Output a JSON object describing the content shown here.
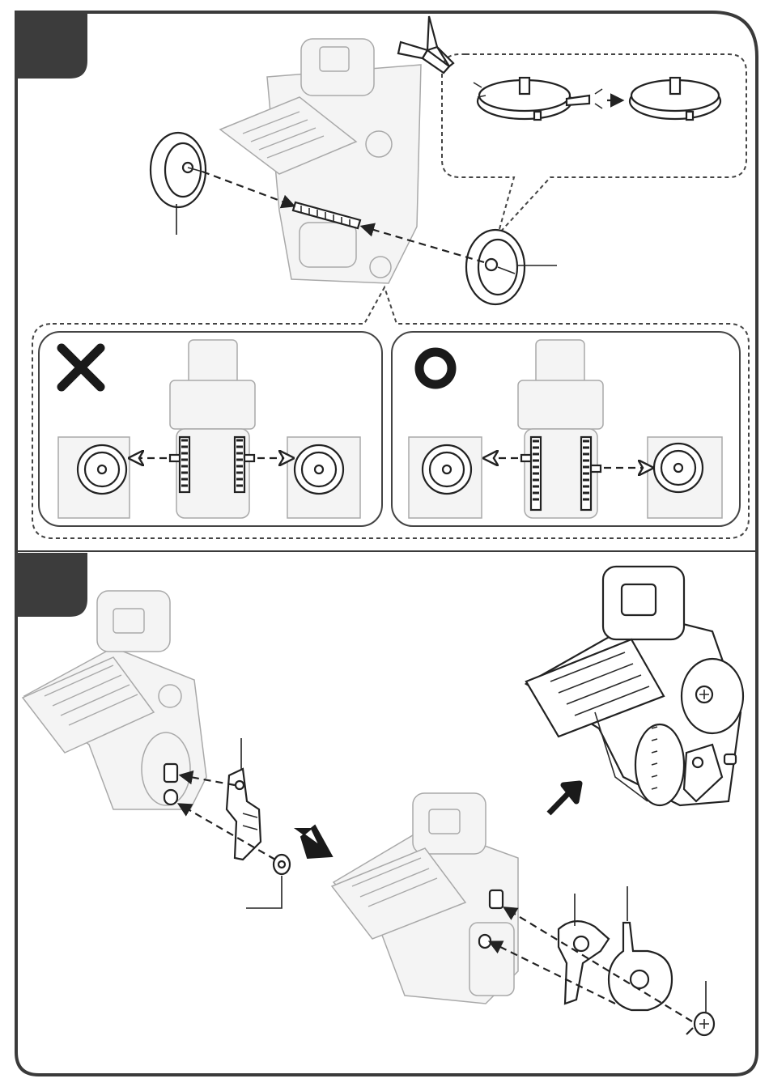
{
  "colors": {
    "frame": "#3a3a3a",
    "step_tab": "#3c3c3c",
    "line_art": "#222222",
    "ghost_model": "#a9a9a9"
  },
  "steps": [
    {
      "tab": "step-tab-dark",
      "sub_panels": [
        {
          "symbol": "cross-icon",
          "verdict": "incorrect"
        },
        {
          "symbol": "circle-icon",
          "verdict": "correct"
        }
      ]
    },
    {
      "tab": "step-tab-dark",
      "arrows": [
        "arrow-down-right-icon",
        "arrow-up-right-icon"
      ]
    }
  ]
}
